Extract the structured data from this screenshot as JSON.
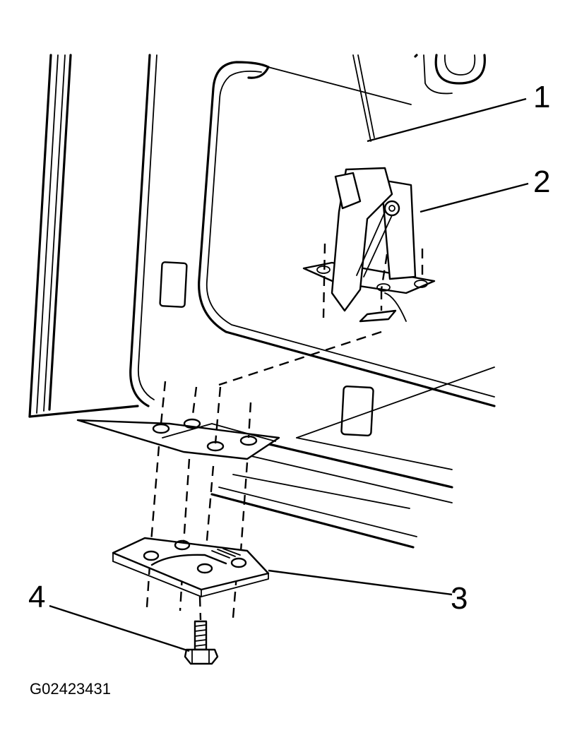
{
  "diagram": {
    "figure_id": "G02423431",
    "callouts": [
      {
        "id": "callout-1",
        "label": "1"
      },
      {
        "id": "callout-2",
        "label": "2"
      },
      {
        "id": "callout-3",
        "label": "3"
      },
      {
        "id": "callout-4",
        "label": "4"
      }
    ]
  }
}
